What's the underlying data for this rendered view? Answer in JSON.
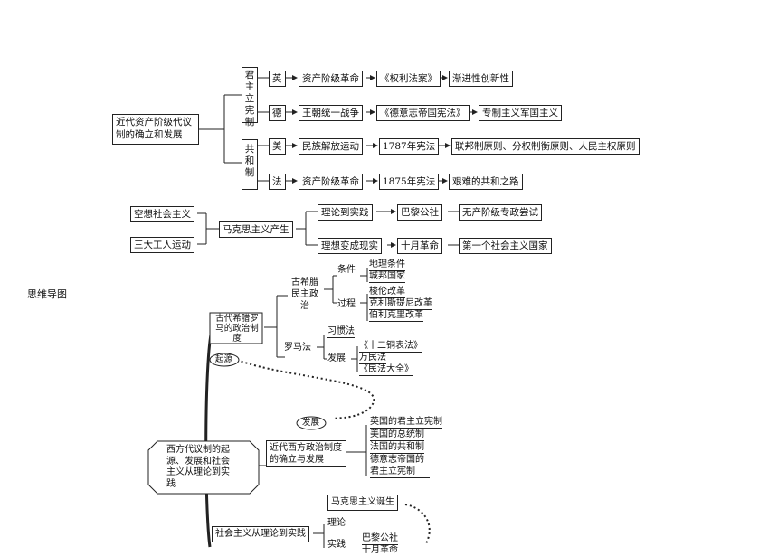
{
  "top": {
    "root": "近代资产阶级代议制的确立和发展",
    "group1": "君主立宪制",
    "group2": "共和制",
    "rows": [
      {
        "country": "英",
        "event": "资产阶级革命",
        "doc": "《权利法案》",
        "result": "渐进性创新性"
      },
      {
        "country": "德",
        "event": "王朝统一战争",
        "doc": "《德意志帝国宪法》",
        "result": "专制主义军国主义"
      },
      {
        "country": "美",
        "event": "民族解放运动",
        "doc": "1787年宪法",
        "result": "联邦制原则、分权制衡原则、人民主权原则"
      },
      {
        "country": "法",
        "event": "资产阶级革命",
        "doc": "1875年宪法",
        "result": "艰难的共和之路"
      }
    ]
  },
  "middle": {
    "left1": "空想社会主义",
    "left2": "三大工人运动",
    "center": "马克思主义产生",
    "branch1": {
      "a": "理论到实践",
      "b": "巴黎公社",
      "c": "无产阶级专政尝试"
    },
    "branch2": {
      "a": "理想变成现实",
      "b": "十月革命",
      "c": "第一个社会主义国家"
    }
  },
  "map_caption": "思维导图",
  "mindmap": {
    "center": "西方代议制的起源、发展和社会主义从理论到实践",
    "greek_roman": "古代希腊罗马的政治制度",
    "origin": "起源",
    "greek": "古希腊民主政治",
    "condition": "条件",
    "cond_items": [
      "地理条件",
      "城邦国家"
    ],
    "process": "过程",
    "proc_items": [
      "梭伦改革",
      "克利斯提尼改革",
      "伯利克里改革"
    ],
    "roman": "罗马法",
    "custom_law": "习惯法",
    "develop": "发展",
    "rome_items": [
      "《十二铜表法》",
      "万民法",
      "《民法大全》"
    ],
    "develop_tag": "发展",
    "modern": "近代西方政治制度的确立与发展",
    "modern_items": [
      "英国的君主立宪制",
      "美国的总统制",
      "法国的共和制",
      "德意志帝国的君主立宪制"
    ],
    "socialism": "社会主义从理论到实践",
    "theory": "理论",
    "marx": "马克思主义诞生",
    "practice": "实践",
    "paris": "巴黎公社",
    "october": "十月革命"
  }
}
